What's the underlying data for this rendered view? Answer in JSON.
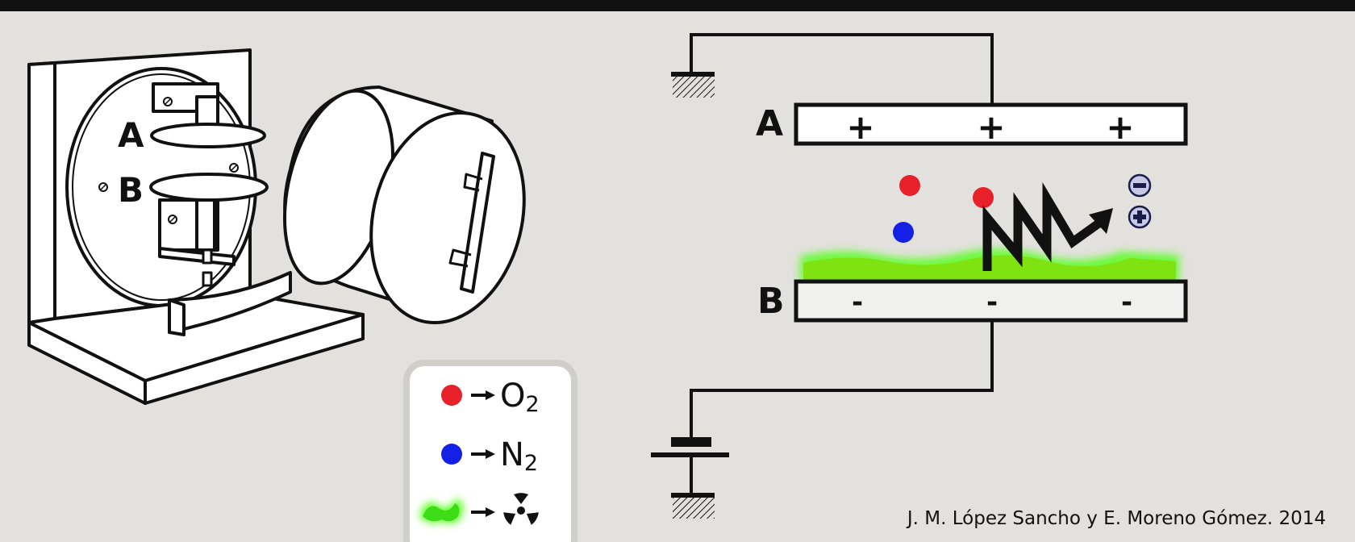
{
  "apparatus": {
    "plate_a_label": "A",
    "plate_b_label": "B"
  },
  "circuit": {
    "plate_a_label": "A",
    "plate_b_label": "B",
    "plate_a_charges": [
      "+",
      "+",
      "+"
    ],
    "plate_b_charges": [
      "-",
      "-",
      "-"
    ]
  },
  "legend": {
    "oxygen_color": "#e8202a",
    "nitrogen_color": "#1420e6",
    "radioactive_color": "#56ff1f",
    "oxygen_formula": "O",
    "oxygen_subscript": "2",
    "nitrogen_formula": "N",
    "nitrogen_subscript": "2",
    "radioactive_icon": "radiation-icon"
  },
  "credit": "J. M. López Sancho y E. Moreno Gómez. 2014"
}
